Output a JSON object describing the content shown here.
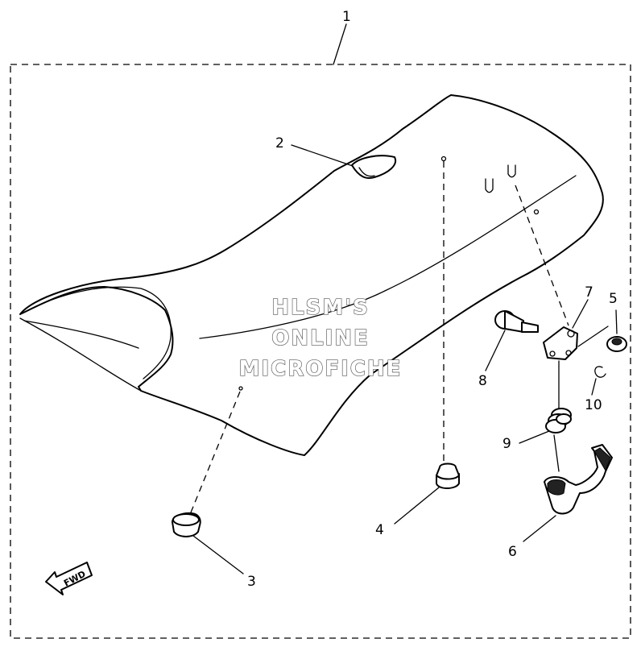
{
  "diagram": {
    "callouts": {
      "c1": "1",
      "c2": "2",
      "c3": "3",
      "c4": "4",
      "c5": "5",
      "c6": "6",
      "c7": "7",
      "c8": "8",
      "c9": "9",
      "c10": "10"
    },
    "watermark": {
      "line1": "HLSM'S",
      "line2": "ONLINE",
      "line3": "MICROFICHE"
    },
    "fwd_label": "FWD"
  }
}
